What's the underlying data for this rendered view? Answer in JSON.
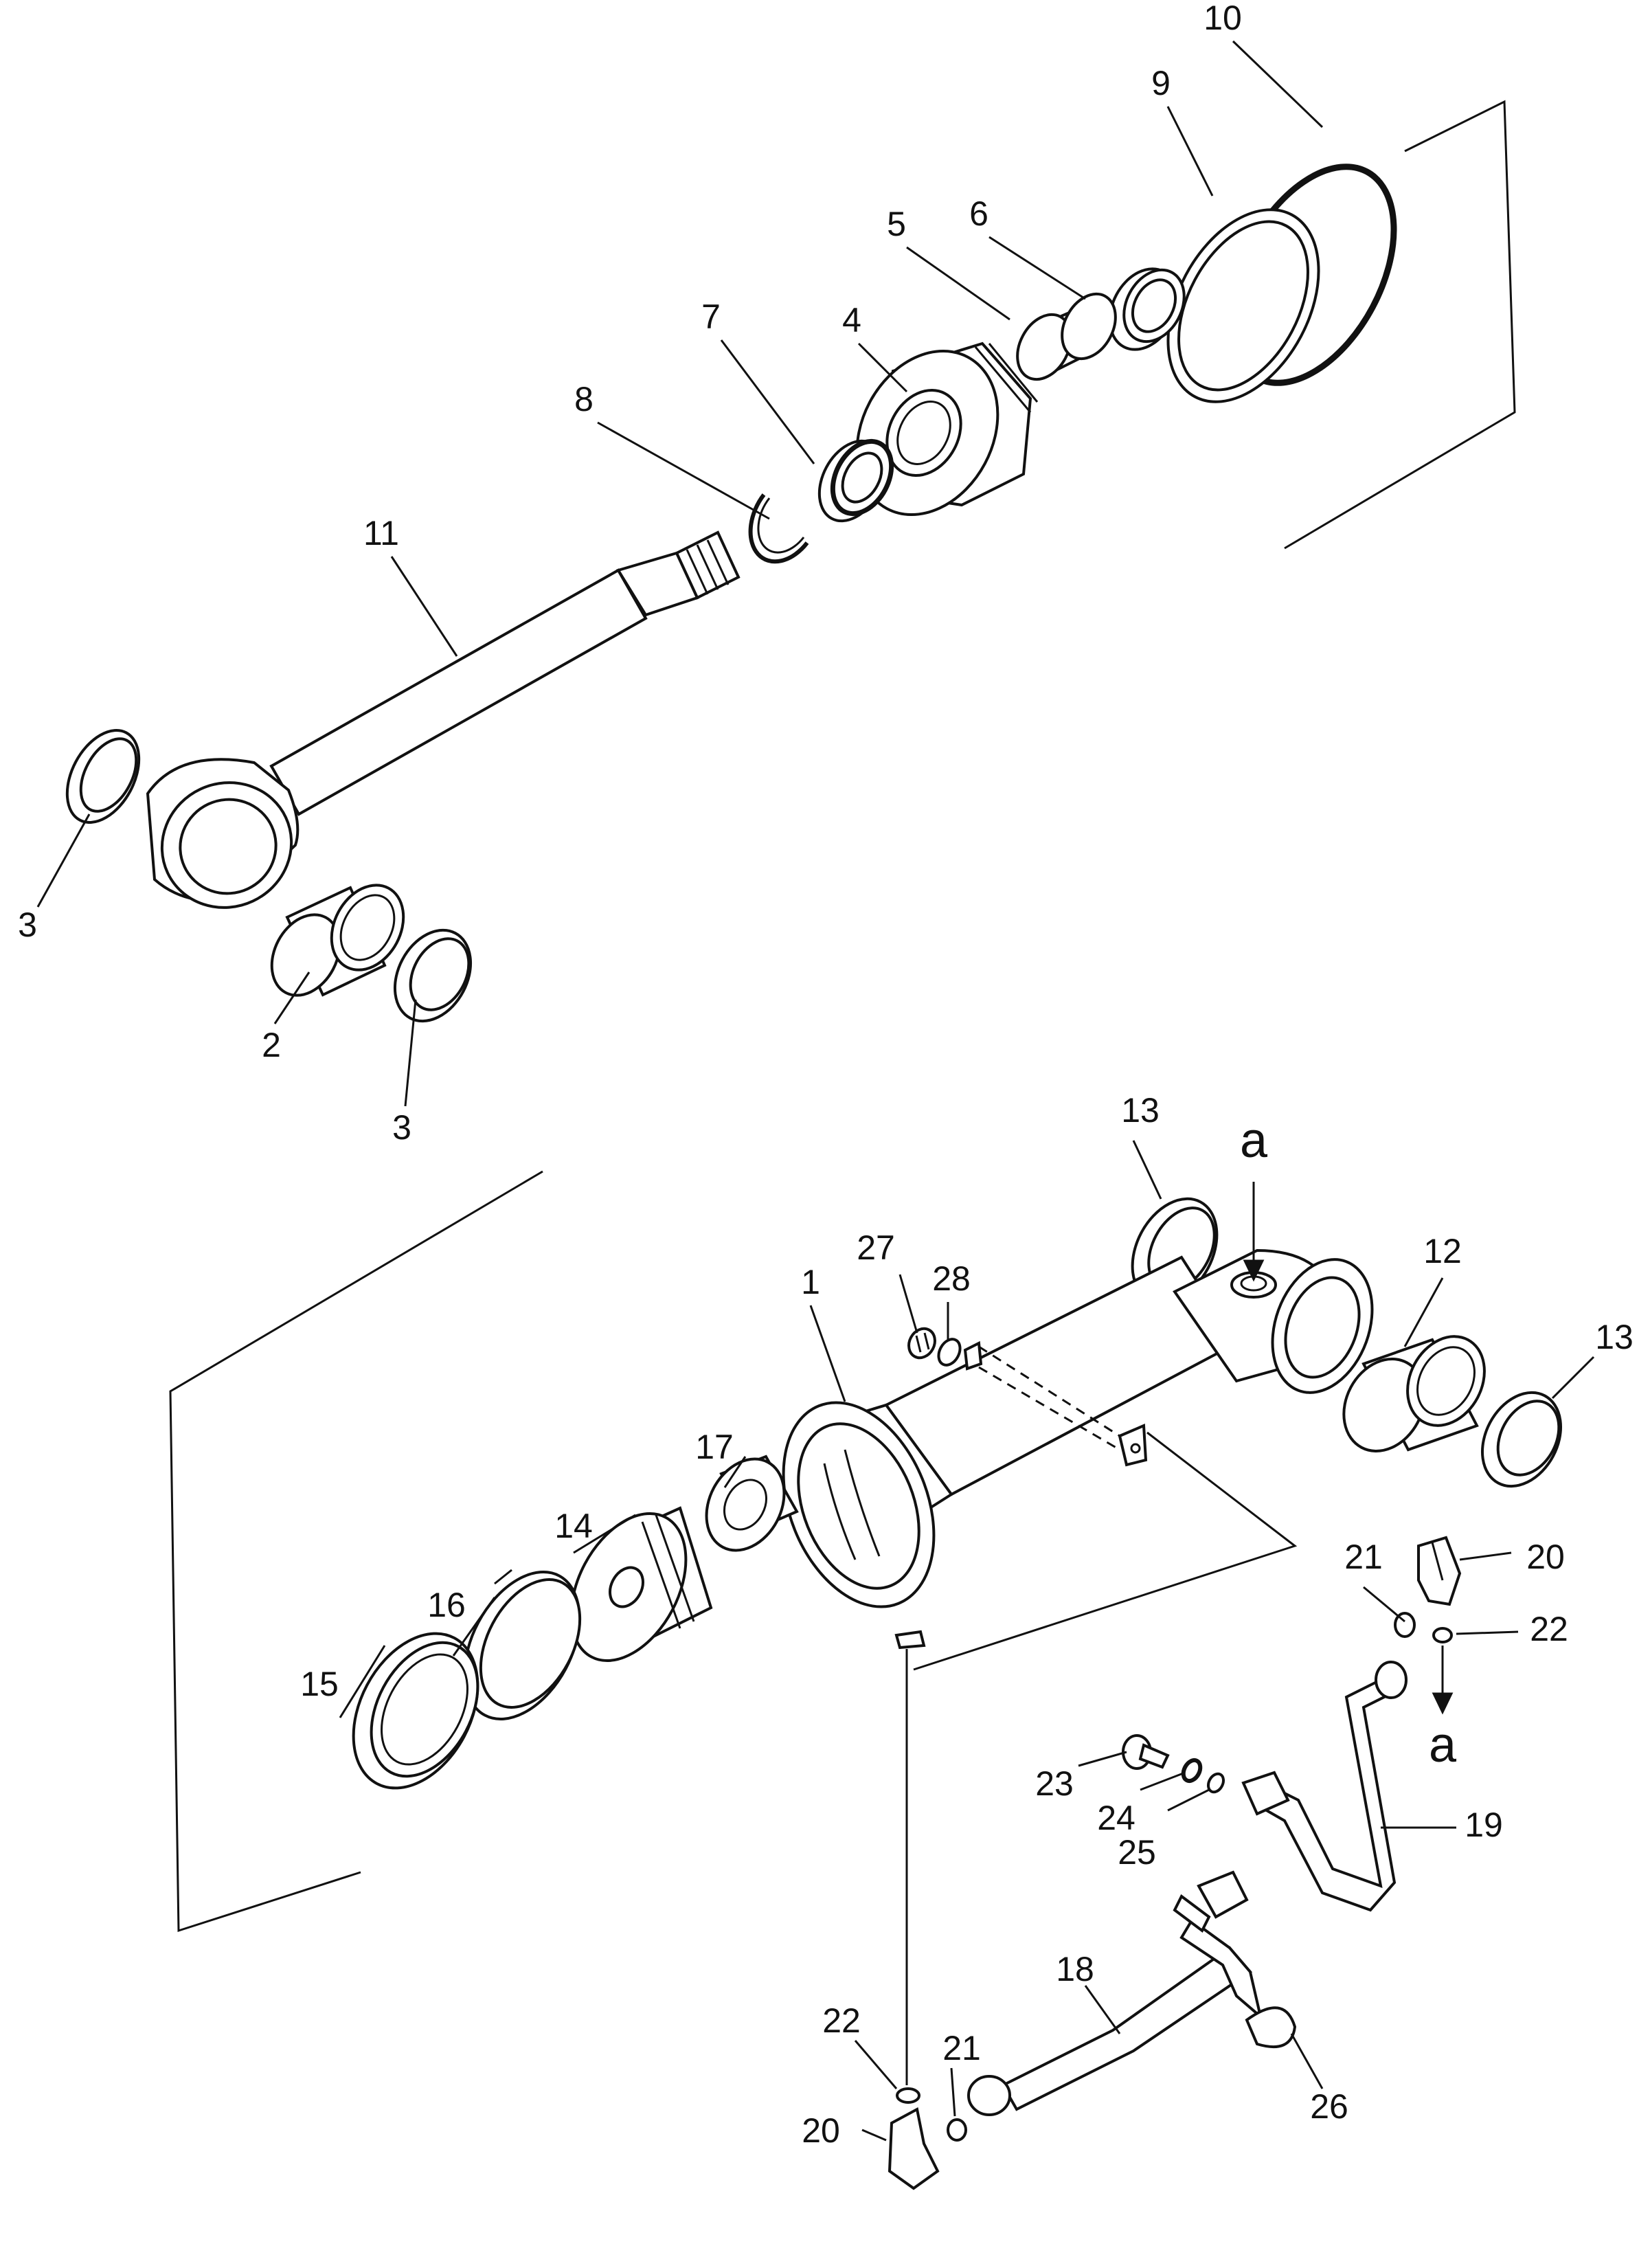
{
  "diagram": {
    "callouts": [
      {
        "id": "c10",
        "text": "10"
      },
      {
        "id": "c9",
        "text": "9"
      },
      {
        "id": "c6",
        "text": "6"
      },
      {
        "id": "c5",
        "text": "5"
      },
      {
        "id": "c4",
        "text": "4"
      },
      {
        "id": "c7",
        "text": "7"
      },
      {
        "id": "c8",
        "text": "8"
      },
      {
        "id": "c11",
        "text": "11"
      },
      {
        "id": "c3a",
        "text": "3"
      },
      {
        "id": "c2",
        "text": "2"
      },
      {
        "id": "c3b",
        "text": "3"
      },
      {
        "id": "c13a",
        "text": "13"
      },
      {
        "id": "c12",
        "text": "12"
      },
      {
        "id": "c13b",
        "text": "13"
      },
      {
        "id": "c27",
        "text": "27"
      },
      {
        "id": "c28",
        "text": "28"
      },
      {
        "id": "c1",
        "text": "1"
      },
      {
        "id": "c17",
        "text": "17"
      },
      {
        "id": "c14",
        "text": "14"
      },
      {
        "id": "c16",
        "text": "16"
      },
      {
        "id": "c15",
        "text": "15"
      },
      {
        "id": "c21a",
        "text": "21"
      },
      {
        "id": "c20a",
        "text": "20"
      },
      {
        "id": "c22a",
        "text": "22"
      },
      {
        "id": "c23",
        "text": "23"
      },
      {
        "id": "c24",
        "text": "24"
      },
      {
        "id": "c25",
        "text": "25"
      },
      {
        "id": "c19",
        "text": "19"
      },
      {
        "id": "c18",
        "text": "18"
      },
      {
        "id": "c26",
        "text": "26"
      },
      {
        "id": "c22b",
        "text": "22"
      },
      {
        "id": "c21b",
        "text": "21"
      },
      {
        "id": "c20b",
        "text": "20"
      }
    ],
    "reference_marks": [
      {
        "id": "a-top",
        "text": "a"
      },
      {
        "id": "a-bottom",
        "text": "a"
      }
    ]
  }
}
